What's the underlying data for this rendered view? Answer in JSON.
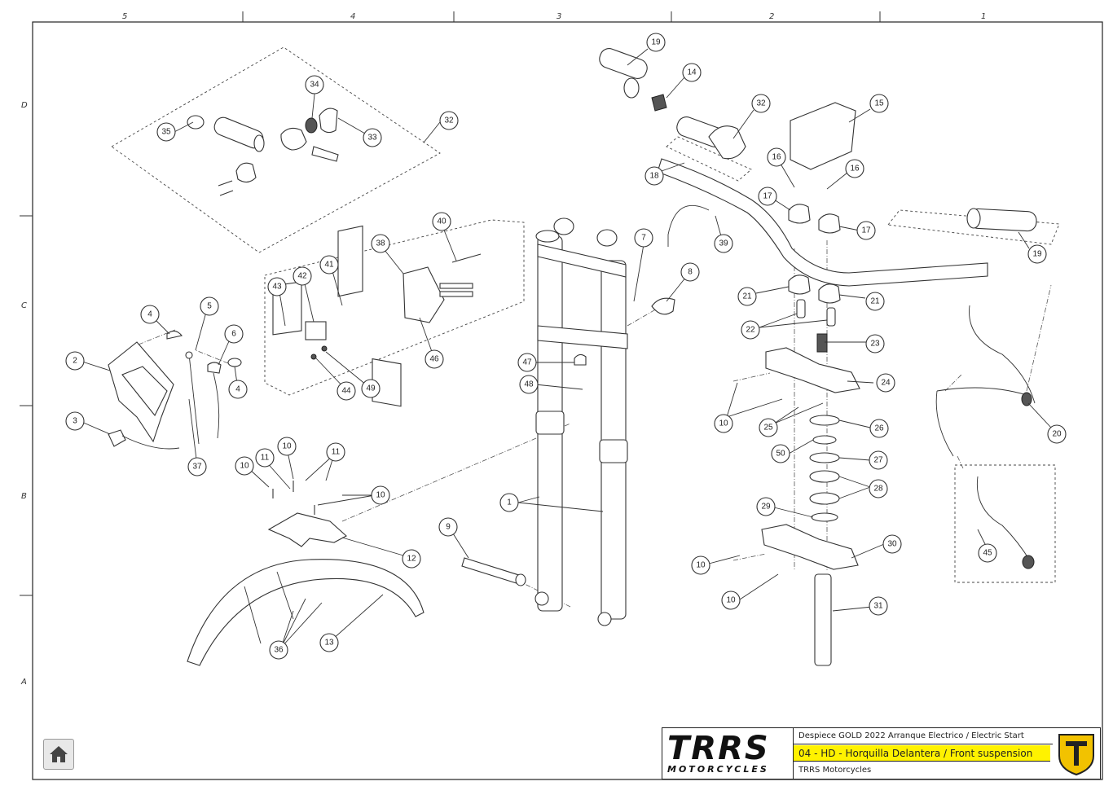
{
  "ruler": {
    "columns": [
      "5",
      "4",
      "3",
      "2",
      "1"
    ],
    "rows": [
      "D",
      "C",
      "B",
      "A"
    ]
  },
  "callouts": [
    "1",
    "2",
    "3",
    "4",
    "4",
    "5",
    "6",
    "7",
    "8",
    "9",
    "10",
    "10",
    "10",
    "10",
    "10",
    "10",
    "11",
    "11",
    "12",
    "13",
    "14",
    "15",
    "16",
    "16",
    "17",
    "17",
    "18",
    "19",
    "19",
    "20",
    "21",
    "21",
    "22",
    "23",
    "24",
    "25",
    "26",
    "27",
    "28",
    "29",
    "30",
    "31",
    "32",
    "32",
    "33",
    "34",
    "35",
    "36",
    "37",
    "38",
    "39",
    "40",
    "41",
    "42",
    "43",
    "44",
    "45",
    "46",
    "47",
    "48",
    "49",
    "50"
  ],
  "title_block": {
    "logo_text": "TRRS",
    "logo_sub": "MOTORCYCLES",
    "line1": "Despiece GOLD 2022 Arranque Electrico / Electric Start",
    "line2": "04 - HD - Horquilla Delantera / Front suspension",
    "line3": "TRRS Motorcycles"
  },
  "colors": {
    "highlight": "#fff200",
    "badge": "#f2c200",
    "line": "#333333"
  },
  "home_icon": "home-icon"
}
